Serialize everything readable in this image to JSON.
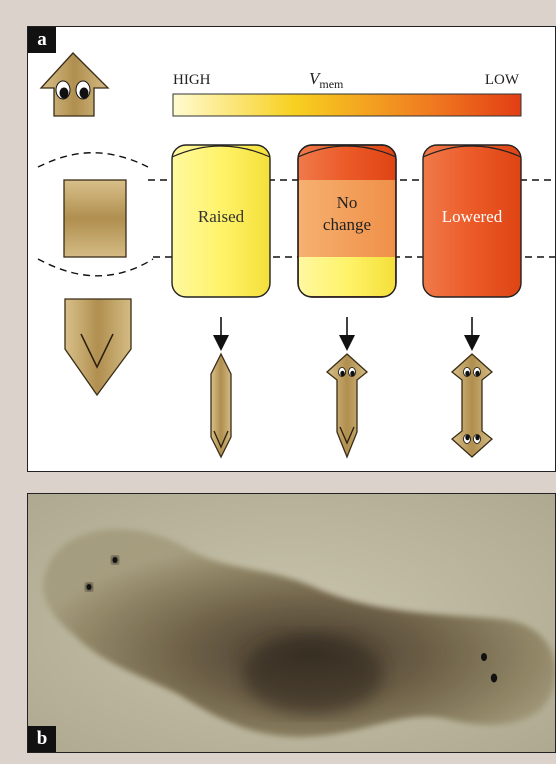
{
  "panels": {
    "a": {
      "label": "a"
    },
    "b": {
      "label": "b"
    }
  },
  "scale": {
    "high_label": "HIGH",
    "low_label": "LOW",
    "vmem_symbol": "V",
    "vmem_subscript": "mem",
    "gradient_colors": [
      "#fffbd0",
      "#f7d020",
      "#f07820",
      "#e23e14"
    ]
  },
  "conditions": [
    {
      "line1": "Raised",
      "line2": "",
      "fill": "#fff25c"
    },
    {
      "line1": "No",
      "line2": "change",
      "fill": "#ef5320"
    },
    {
      "line1": "Lowered",
      "line2": "",
      "fill": "#e83d1a"
    }
  ],
  "colors": {
    "tissue": "#c3a767",
    "tissue_stroke": "#3a2c16"
  }
}
